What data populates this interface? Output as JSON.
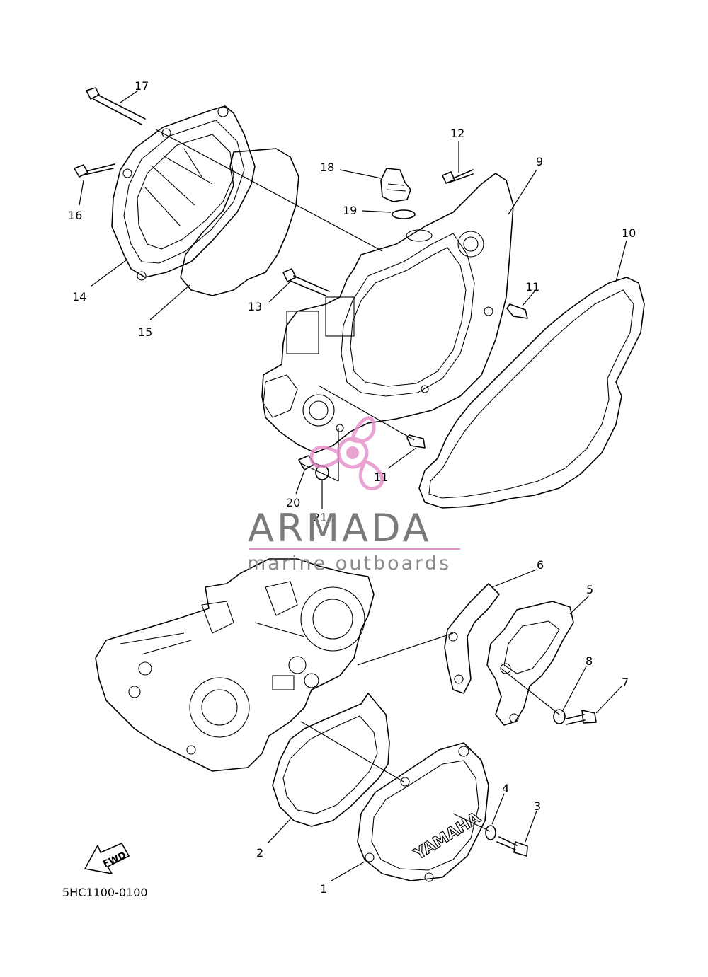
{
  "diagram_code": "5HC1100-0100",
  "callouts": {
    "c1": "1",
    "c2": "2",
    "c3": "3",
    "c4": "4",
    "c5": "5",
    "c6": "6",
    "c7": "7",
    "c8": "8",
    "c9": "9",
    "c10": "10",
    "c11a": "11",
    "c11b": "11",
    "c12": "12",
    "c13": "13",
    "c14": "14",
    "c15": "15",
    "c16": "16",
    "c17": "17",
    "c18": "18",
    "c19": "19",
    "c20": "20",
    "c21": "21"
  },
  "cover_brand": "YAMAHA",
  "fwd_label": "FWD",
  "watermark": {
    "title": "ARMADA",
    "subtitle": "marine outboards",
    "accent_color": "#e58cc8",
    "text_color": "#7a7a7a"
  }
}
